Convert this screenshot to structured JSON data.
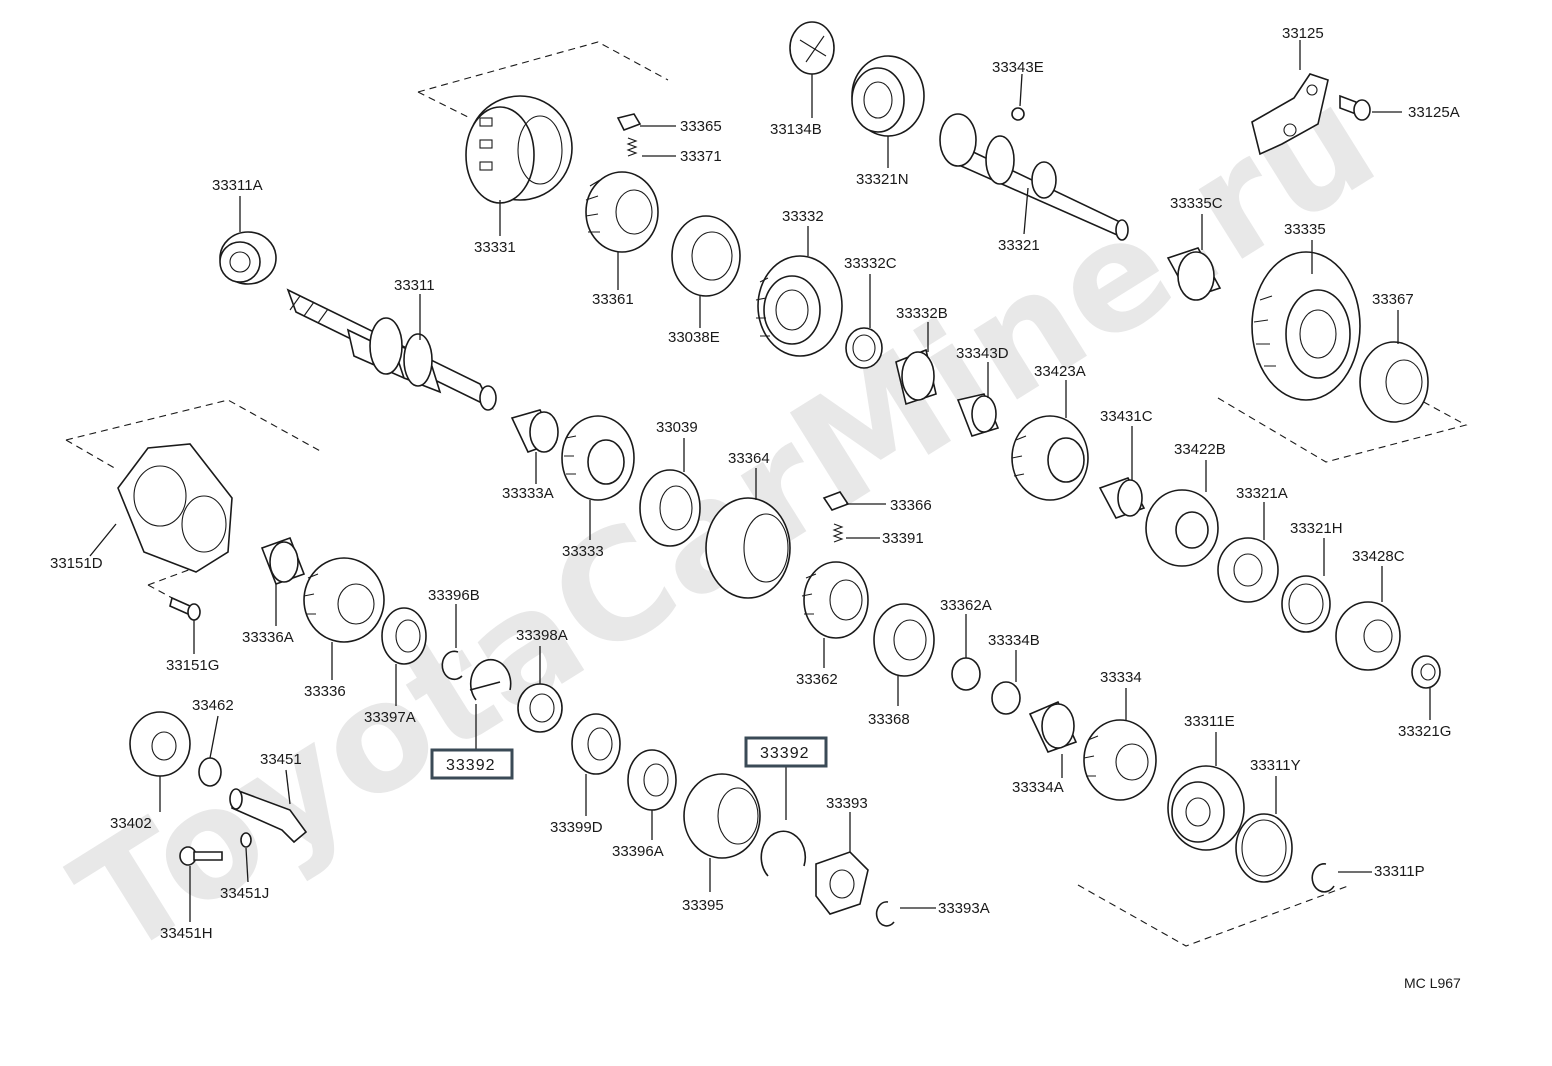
{
  "watermark": "ToyotaCarMine.ru",
  "diagram_code": "MC L967",
  "highlight_color": "#3a4a56",
  "labels": {
    "p33125": "33125",
    "p33125A": "33125A",
    "p33343E": "33343E",
    "p33134B": "33134B",
    "p33321N": "33321N",
    "p33365": "33365",
    "p33371": "33371",
    "p33331": "33331",
    "p33311A": "33311A",
    "p33361": "33361",
    "p33038E": "33038E",
    "p33332": "33332",
    "p33321": "33321",
    "p33335C": "33335C",
    "p33335": "33335",
    "p33311": "33311",
    "p33332C": "33332C",
    "p33332B": "33332B",
    "p33367": "33367",
    "p33343D": "33343D",
    "p33423A": "33423A",
    "p33039": "33039",
    "p33431C": "33431C",
    "p33422B": "33422B",
    "p33364": "33364",
    "p33333A": "33333A",
    "p33333": "33333",
    "p33366": "33366",
    "p33321A": "33321A",
    "p33391": "33391",
    "p33321H": "33321H",
    "p33151D": "33151D",
    "p33428C": "33428C",
    "p33396B": "33396B",
    "p33362A": "33362A",
    "p33398A": "33398A",
    "p33334B": "33334B",
    "p33336A": "33336A",
    "p33151G": "33151G",
    "p33362": "33362",
    "p33334": "33334",
    "p33336": "33336",
    "p33397A": "33397A",
    "p33462": "33462",
    "p33368": "33368",
    "p33311E": "33311E",
    "p33321G": "33321G",
    "p33392a": "33392",
    "p33392b": "33392",
    "p33451": "33451",
    "p33311Y": "33311Y",
    "p33334A": "33334A",
    "p33393": "33393",
    "p33402": "33402",
    "p33399D": "33399D",
    "p33396A": "33396A",
    "p33451J": "33451J",
    "p33311P": "33311P",
    "p33395": "33395",
    "p33393A": "33393A",
    "p33451H": "33451H"
  }
}
